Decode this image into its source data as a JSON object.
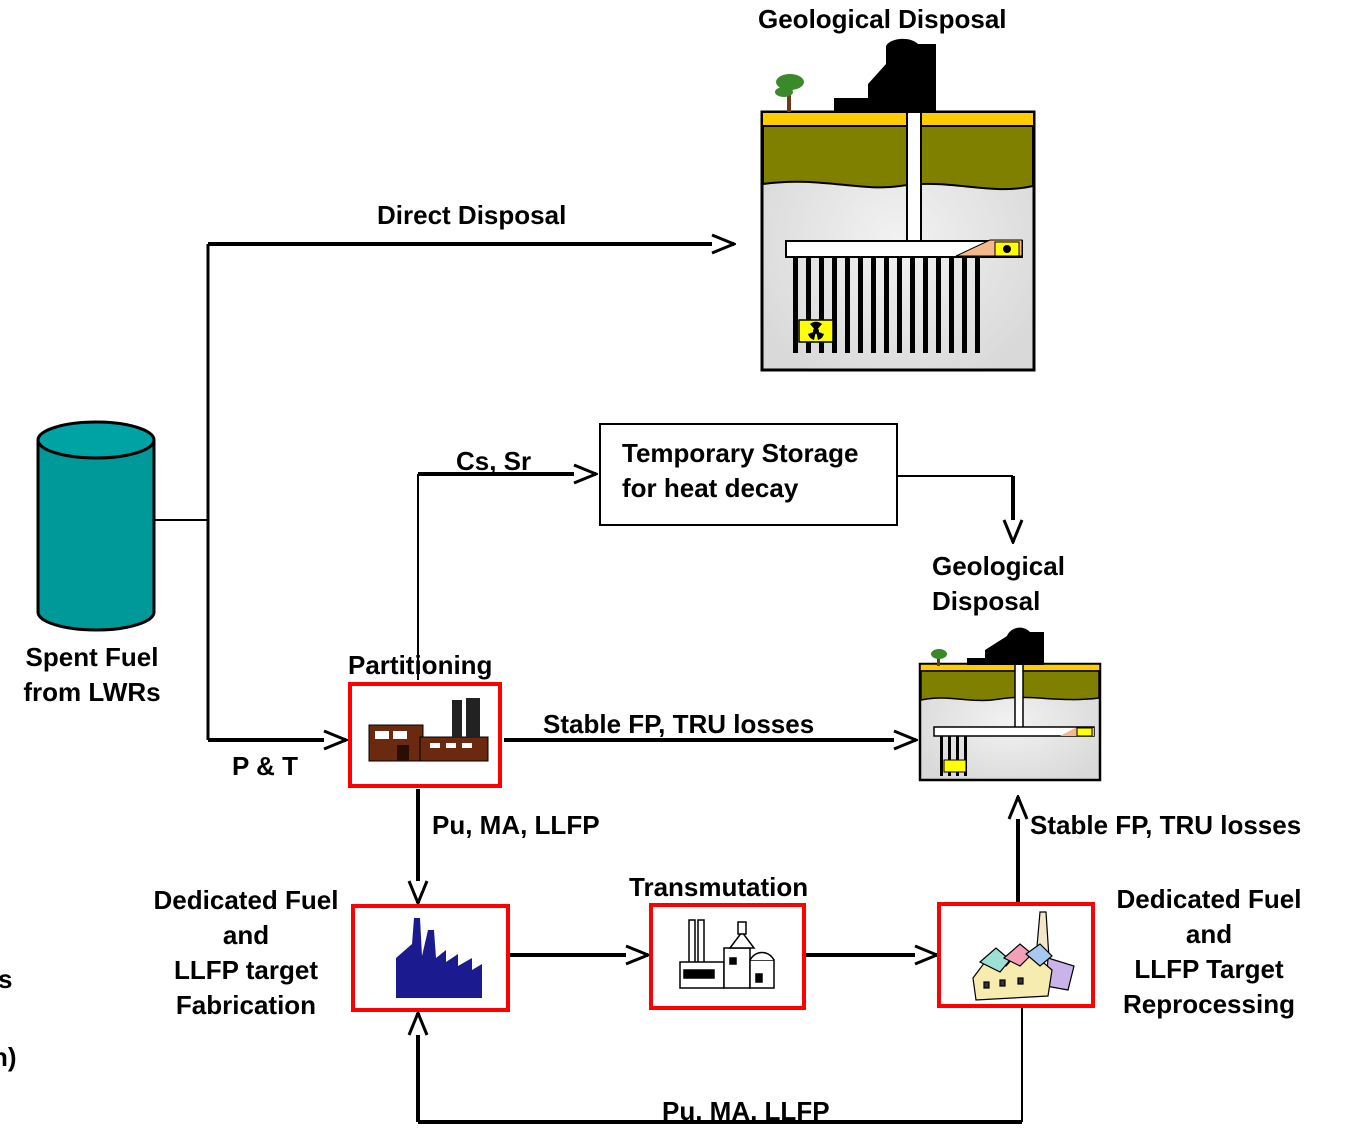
{
  "labels": {
    "geo_top": "Geological Disposal",
    "direct_disposal": "Direct Disposal",
    "spent_fuel": [
      "Spent Fuel",
      "from LWRs"
    ],
    "cs_sr": "Cs, Sr",
    "temp_storage": [
      "Temporary Storage",
      "for heat decay"
    ],
    "geo_small": [
      "Geological",
      "Disposal"
    ],
    "partitioning": "Partitioning",
    "p_and_t": "P & T",
    "stable_fp_1": "Stable FP, TRU losses",
    "stable_fp_2": "Stable FP, TRU losses",
    "pu_ma_llfp_1": "Pu, MA, LLFP",
    "pu_ma_llfp_2": "Pu, MA, LLFP",
    "transmutation": "Transmutation",
    "fabrication": [
      "Dedicated Fuel",
      "and",
      "LLFP target",
      "Fabrication"
    ],
    "reprocessing": [
      "Dedicated Fuel",
      "and",
      "LLFP Target",
      "Reprocessing"
    ],
    "cut_left": [
      "s",
      "n)"
    ]
  },
  "colors": {
    "cylinder": "#009999",
    "process_border": "#ff0000",
    "soil": "#808000",
    "surface": "#ffcc00",
    "rock": "#e6e6e6",
    "radiation_sign": "#ffff00",
    "factory": "#1b1b8f",
    "partition_building": "#6b2a10"
  },
  "icons": [
    "tree-icon",
    "headframe-icon",
    "radiation-icon",
    "factory-icon",
    "power-plant-icon",
    "reprocessing-plant-icon",
    "fuel-cylinder-icon"
  ]
}
